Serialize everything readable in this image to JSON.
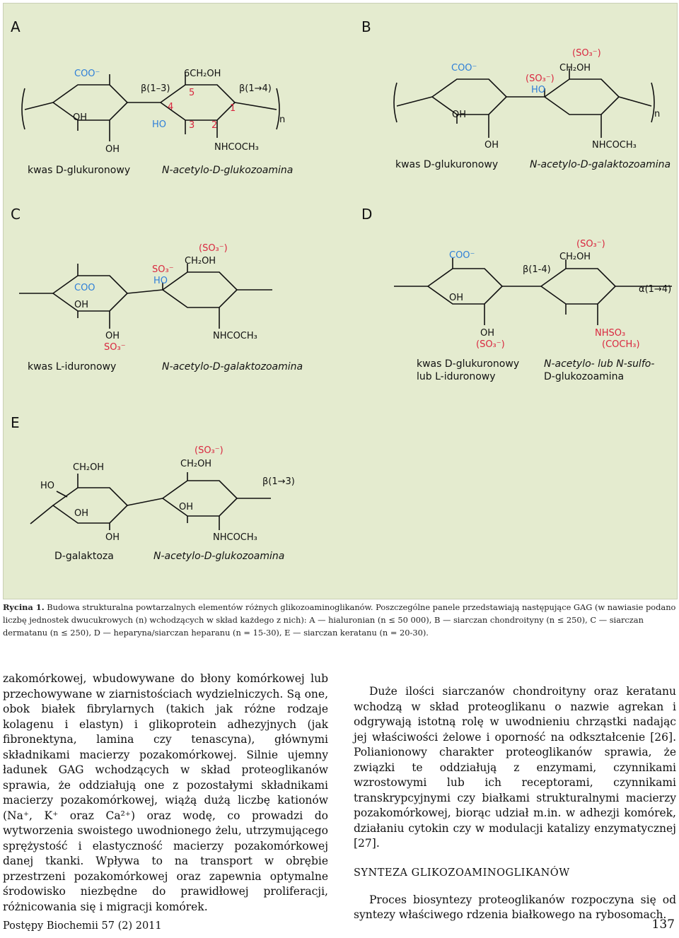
{
  "figure": {
    "panels": {
      "A": {
        "letter": "A",
        "labels": {
          "coo": "COO⁻",
          "ch2oh": "6CH₂OH",
          "beta13": "β(1–3)",
          "beta14": "β(1→4)",
          "oh_a": "OH",
          "oh_b": "OH",
          "ho": "HO",
          "nhcoch3": "NHCOCH₃",
          "n": "n",
          "num4": "4",
          "num5": "5",
          "num1": "1",
          "num3": "3",
          "num2": "2"
        },
        "unit1": "kwas D-glukuronowy",
        "unit2": "N-acetylo-D-glukozoamina"
      },
      "B": {
        "letter": "B",
        "labels": {
          "coo": "COO⁻",
          "so3_top": "(SO₃⁻)",
          "ch2oh": "CH₂OH",
          "so3_mid": "(SO₃⁻)",
          "ho": "HO",
          "oh_a": "OH",
          "oh_b": "OH",
          "nhcoch3": "NHCOCH₃",
          "n": "n"
        },
        "unit1": "kwas D-glukuronowy",
        "unit2": "N-acetylo-D-galaktozoamina"
      },
      "C": {
        "letter": "C",
        "labels": {
          "so3_top": "(SO₃⁻)",
          "ch2oh": "CH₂OH",
          "so3_mid": "SO₃⁻",
          "ho": "HO",
          "coo": "COO",
          "oh_a": "OH",
          "oh_b": "OH",
          "so3_bot": "SO₃⁻",
          "nhcoch3": "NHCOCH₃"
        },
        "unit1": "kwas L-iduronowy",
        "unit2": "N-acetylo-D-galaktozoamina"
      },
      "D": {
        "letter": "D",
        "labels": {
          "coo": "COO⁻",
          "so3_top": "(SO₃⁻)",
          "ch2oh": "CH₂OH",
          "beta14": "β(1-4)",
          "alpha14": "α(1→4)",
          "oh_a": "OH",
          "oh_b": "OH",
          "so3_bot": "(SO₃⁻)",
          "nhso3": "NHSO₃",
          "coch3": "(COCH₃)"
        },
        "unit1_line1": "kwas D-glukuronowy",
        "unit1_line2": "lub L-iduronowy",
        "unit2_line1": "N-acetylo- lub N-sulfo-",
        "unit2_line2": "D-glukozoamina"
      },
      "E": {
        "letter": "E",
        "labels": {
          "ch2oh_1": "CH₂OH",
          "so3_top": "(SO₃⁻)",
          "ch2oh_2": "CH₂OH",
          "beta13": "β(1→3)",
          "ho": "HO",
          "oh_a": "OH",
          "oh_b": "OH",
          "oh_c": "OH",
          "nhcoch3": "NHCOCH₃"
        },
        "unit1": "D-galaktoza",
        "unit2": "N-acetylo-D-glukozoamina"
      }
    }
  },
  "caption": {
    "label": "Rycina 1.",
    "text": " Budowa strukturalna powtarzalnych elementów różnych glikozoaminoglikanów. Poszczególne panele przedstawiają następujące GAG (w nawiasie podano liczbę jednostek dwucukrowych (n) wchodzących w skład każdego z nich): A — hialuronian (n ≤ 50 000), B — siarczan chondroityny (n ≤ 250), C — siarczan dermatanu (n ≤ 250), D — heparyna/siarczan heparanu (n = 15-30), E — siarczan keratanu (n = 20-30)."
  },
  "body": {
    "left_col": "zakomórkowej, wbudowywane do błony komórkowej lub przechowywane w ziarnistościach wydzielniczych. Są one, obok białek fibrylarnych (takich jak różne rodzaje kolagenu i elastyn) i glikoprotein adhezyjnych (jak fibronektyna, lamina czy tenascyna), głównymi składnikami macierzy pozakomórkowej. Silnie ujemny ładunek GAG wchodzących w skład proteoglikanów sprawia, że oddziałują one z pozostałymi składnikami macierzy pozakomórkowej, wiążą dużą liczbę kationów (Na⁺, K⁺ oraz Ca²⁺) oraz wodę, co prowadzi do wytworzenia swoistego uwodnionego żelu, utrzymującego sprężystość i elastyczność macierzy pozakomórkowej danej tkanki. Wpływa to na transport w obrębie przestrzeni pozakomórkowej oraz zapewnia optymalne środowisko niezbędne do prawidłowej proliferacji, różnicowania się i migracji komórek.",
    "right_col_p1": "Duże ilości siarczanów chondroityny oraz keratanu wchodzą w skład proteoglikanu o nazwie agrekan i odgrywają istotną rolę w uwodnieniu chrząstki nadając jej właściwości żelowe i oporność na odkształcenie [26]. Polianionowy charakter proteoglikanów sprawia, że związki te oddziałują z enzymami, czynnikami wzrostowymi lub ich receptorami, czynnikami transkrypcyjnymi czy białkami strukturalnymi macierzy pozakomórkowej, biorąc udział m.in. w adhezji komórek, działaniu cytokin czy w modulacji katalizy enzymatycznej [27].",
    "section_heading": "SYNTEZA GLIKOZOAMINOGLIKANÓW",
    "right_col_p2": "Proces biosyntezy proteoglikanów rozpoczyna się od syntezy właściwego rdzenia białkowego na rybosomach."
  },
  "footer": {
    "journal": "Postępy Biochemii 57 (2) 2011",
    "page": "137"
  }
}
